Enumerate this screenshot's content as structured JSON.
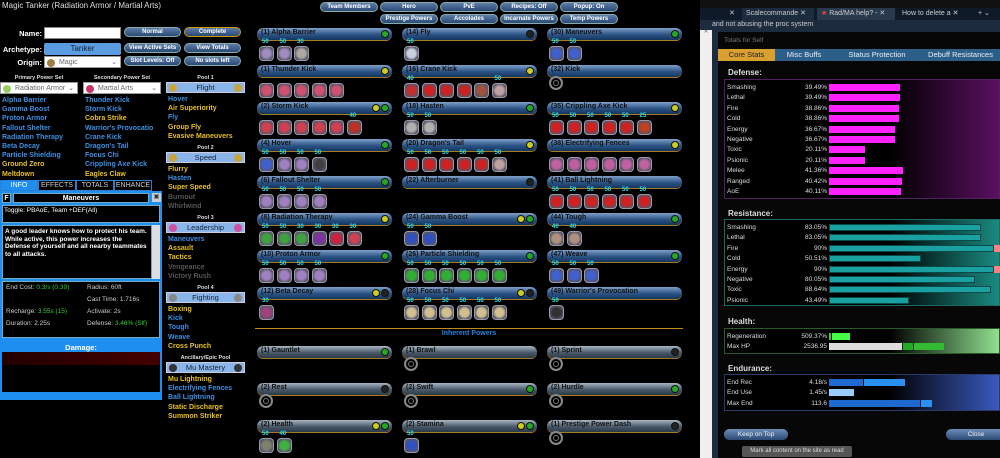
{
  "window_title": "Magic Tanker (Radiation Armor / Martial Arts)",
  "char": {
    "name_label": "Name:",
    "name_value": "",
    "archetype_label": "Archetype:",
    "archetype": "Tanker",
    "origin_label": "Origin:",
    "origin": "Magic"
  },
  "buttons": {
    "normal": "Normal",
    "complete": "Complete",
    "view_active_sets": "View Active Sets",
    "view_totals": "View Totals",
    "slot_levels": "Slot Levels: Off",
    "no_slots": "No slots left"
  },
  "top_buttons": [
    [
      "Team Members",
      "Hero",
      "PvE",
      "Recipes: Off",
      "Popup: On"
    ],
    [
      "Prestige Powers",
      "Accolades",
      "Incarnate Powers",
      "Temp Powers"
    ]
  ],
  "primary": {
    "header": "Primary Power Set",
    "set": "Radiation Armor",
    "powers": [
      [
        "Alpha Barrier",
        "b"
      ],
      [
        "Gamma Boost",
        "b"
      ],
      [
        "Proton Armor",
        "b"
      ],
      [
        "Fallout Shelter",
        "b"
      ],
      [
        "Radiation Therapy",
        "b"
      ],
      [
        "Beta Decay",
        "b"
      ],
      [
        "Particle Shielding",
        "b"
      ],
      [
        "Ground Zero",
        "y"
      ],
      [
        "Meltdown",
        "y"
      ]
    ]
  },
  "secondary": {
    "header": "Secondary Power Set",
    "set": "Martial Arts",
    "powers": [
      [
        "Thunder Kick",
        "b"
      ],
      [
        "Storm Kick",
        "b"
      ],
      [
        "Cobra Strike",
        "y"
      ],
      [
        "Warrior's Provocatio",
        "b"
      ],
      [
        "Crane Kick",
        "b"
      ],
      [
        "Dragon's Tail",
        "b"
      ],
      [
        "Focus Chi",
        "b"
      ],
      [
        "Crippling Axe Kick",
        "b"
      ],
      [
        "Eagles Claw",
        "y"
      ]
    ]
  },
  "pools": [
    {
      "header": "Pool 1",
      "name": "Flight",
      "color": "#c9a43a",
      "powers": [
        [
          "Hover",
          "b"
        ],
        [
          "Air Superiority",
          "y"
        ],
        [
          "Fly",
          "b"
        ],
        [
          "Group Fly",
          "y"
        ],
        [
          "Evasive Maneuvers",
          "y"
        ]
      ]
    },
    {
      "header": "Pool 2",
      "name": "Speed",
      "color": "#c9a43a",
      "powers": [
        [
          "Flurry",
          "y"
        ],
        [
          "Hasten",
          "b"
        ],
        [
          "Super Speed",
          "y"
        ],
        [
          "Burnout",
          "g"
        ],
        [
          "Whirlwind",
          "g"
        ]
      ]
    },
    {
      "header": "Pool 3",
      "name": "Leadership",
      "color": "#d050a0",
      "powers": [
        [
          "Maneuvers",
          "b"
        ],
        [
          "Assault",
          "y"
        ],
        [
          "Tactics",
          "y"
        ],
        [
          "Vengeance",
          "g"
        ],
        [
          "Victory Rush",
          "g"
        ]
      ]
    },
    {
      "header": "Pool 4",
      "name": "Fighting",
      "color": "#888888",
      "powers": [
        [
          "Boxing",
          "y"
        ],
        [
          "Kick",
          "b"
        ],
        [
          "Tough",
          "b"
        ],
        [
          "Weave",
          "b"
        ],
        [
          "Cross Punch",
          "y"
        ]
      ]
    },
    {
      "header": "Ancillary/Epic Pool",
      "name": "Mu Mastery",
      "color": "#333333",
      "powers": [
        [
          "Mu Lightning",
          "y"
        ],
        [
          "Electrifying Fences",
          "b"
        ],
        [
          "Ball Lightning",
          "b"
        ],
        [
          "Static Discharge",
          "y"
        ],
        [
          "Summon Striker",
          "y"
        ]
      ]
    }
  ],
  "info": {
    "tabs": [
      "INFO",
      "EFFECTS",
      "TOTALS",
      "ENHANCE"
    ],
    "f": "F",
    "power": "Maneuvers",
    "short": "Toggle: PBAoE, Team +DEF(All)",
    "desc": "A good leader knows how to protect his team. While active, this power increases the Defense of yourself and all nearby teammates to all attacks.",
    "stats": [
      [
        "End Cost:",
        "0.3/s (0.39)"
      ],
      [
        "Radius:",
        "60ft"
      ],
      [
        "",
        ""
      ],
      [
        "Cast Time:",
        "1.716s"
      ],
      [
        "Recharge:",
        "3.55s (15)"
      ],
      [
        "Activate:",
        "2s"
      ],
      [
        "Duration:",
        "2.25s"
      ],
      [
        "Defense:",
        "3.46% (Slf)"
      ]
    ],
    "damage_label": "Damage:"
  },
  "powers": [
    [
      "(1) Alpha Barrier",
      [
        [
          "50",
          "#a08ac0"
        ],
        [
          "50",
          "#a08ac0"
        ],
        [
          "30",
          "#b0a8a0"
        ]
      ],
      [
        "g"
      ]
    ],
    [
      "(14) Fly",
      [
        [
          "50",
          "#c8d0e0"
        ]
      ],
      [
        "k"
      ]
    ],
    [
      "(30) Maneuvers",
      [
        [
          "50",
          "#4060d0"
        ],
        [
          "50",
          "#4060d0"
        ]
      ],
      [
        "g"
      ]
    ],
    [
      "(1) Thunder Kick",
      [
        [
          "",
          "#d05070"
        ],
        [
          "",
          "#d05070"
        ],
        [
          "",
          "#d05070"
        ],
        [
          "",
          "#d05070"
        ],
        [
          "",
          "#d05070"
        ]
      ],
      [
        "y"
      ]
    ],
    [
      "(16) Crane Kick",
      [
        [
          "40",
          "#c03030"
        ],
        [
          "",
          "#d02020"
        ],
        [
          "",
          "#d02020"
        ],
        [
          "",
          "#d02020"
        ],
        [
          "",
          "#a05040"
        ],
        [
          "50",
          "#c0a0a0"
        ]
      ],
      [
        "y"
      ]
    ],
    [
      "(32) Kick",
      null,
      []
    ],
    [
      "(2) Storm Kick",
      [
        [
          "",
          "#d04050"
        ],
        [
          "",
          "#d04050"
        ],
        [
          "",
          "#d04050"
        ],
        [
          "",
          "#d04050"
        ],
        [
          "",
          "#d04050"
        ],
        [
          "40",
          "#c03020"
        ]
      ],
      [
        "y",
        "g"
      ]
    ],
    [
      "(18) Hasten",
      [
        [
          "50",
          "#b0b0b0"
        ],
        [
          "50",
          "#b0b0b0"
        ]
      ],
      [
        "g"
      ]
    ],
    [
      "(35) Crippling Axe Kick",
      [
        [
          "50",
          "#d02020"
        ],
        [
          "50",
          "#d02020"
        ],
        [
          "50",
          "#d02020"
        ],
        [
          "50",
          "#d02020"
        ],
        [
          "50",
          "#d02020"
        ],
        [
          "25",
          "#c04020"
        ]
      ],
      [
        "y"
      ]
    ],
    [
      "(4) Hover",
      [
        [
          "50",
          "#4060d0"
        ],
        [
          "50",
          "#a080c0"
        ],
        [
          "50",
          "#a080c0"
        ],
        [
          "50",
          "#404040"
        ]
      ],
      [
        "g"
      ]
    ],
    [
      "(20) Dragon's Tail",
      [
        [
          "50",
          "#d02020"
        ],
        [
          "50",
          "#d02020"
        ],
        [
          "50",
          "#d02020"
        ],
        [
          "50",
          "#d02020"
        ],
        [
          "50",
          "#d02020"
        ],
        [
          "50",
          "#c0a0a0"
        ]
      ],
      [
        "y"
      ]
    ],
    [
      "(38) Electrifying Fences",
      [
        [
          "",
          "#c060a0"
        ],
        [
          "",
          "#c060a0"
        ],
        [
          "",
          "#c060a0"
        ],
        [
          "",
          "#c060a0"
        ],
        [
          "",
          "#c060a0"
        ],
        [
          "",
          "#c060a0"
        ]
      ],
      [
        "y"
      ]
    ],
    [
      "(6) Fallout Shelter",
      [
        [
          "50",
          "#a080c0"
        ],
        [
          "50",
          "#a080c0"
        ],
        [
          "50",
          "#a080c0"
        ],
        [
          "50",
          "#a080c0"
        ]
      ],
      [
        "g"
      ]
    ],
    [
      "(22) Afterburner",
      [],
      [
        "k"
      ]
    ],
    [
      "(41) Ball Lightning",
      [
        [
          "50",
          "#d02020"
        ],
        [
          "50",
          "#d02020"
        ],
        [
          "50",
          "#d02020"
        ],
        [
          "50",
          "#d02020"
        ],
        [
          "50",
          "#d02020"
        ],
        [
          "50",
          "#d02020"
        ]
      ],
      []
    ],
    [
      "(8) Radiation Therapy",
      [
        [
          "50",
          "#40a040"
        ],
        [
          "50",
          "#40a040"
        ],
        [
          "30",
          "#40a040"
        ],
        [
          "30",
          "#8030a0"
        ],
        [
          "30",
          "#d02040"
        ],
        [
          "30",
          "#d04050"
        ]
      ],
      [
        "y"
      ]
    ],
    [
      "(24) Gamma Boost",
      [
        [
          "50",
          "#3050c0"
        ],
        [
          "50",
          "#3050c0"
        ]
      ],
      [
        "y",
        "g"
      ]
    ],
    [
      "(44) Tough",
      [
        [
          "40",
          "#b09080"
        ],
        [
          "40",
          "#b09080"
        ]
      ],
      [
        "g"
      ]
    ],
    [
      "(10) Proton Armor",
      [
        [
          "50",
          "#a080c0"
        ],
        [
          "50",
          "#a080c0"
        ],
        [
          "50",
          "#a080c0"
        ],
        [
          "50",
          "#a080c0"
        ]
      ],
      [
        "g"
      ]
    ],
    [
      "(26) Particle Shielding",
      [
        [
          "50",
          "#30b030"
        ],
        [
          "50",
          "#30b030"
        ],
        [
          "50",
          "#30b030"
        ],
        [
          "50",
          "#30b030"
        ],
        [
          "50",
          "#30b030"
        ],
        [
          "50",
          "#30b030"
        ]
      ],
      [
        "g"
      ]
    ],
    [
      "(47) Weave",
      [
        [
          "50",
          "#4060d0"
        ],
        [
          "50",
          "#4060d0"
        ],
        [
          "50",
          "#4060d0"
        ]
      ],
      [
        "g"
      ]
    ],
    [
      "(12) Beta Decay",
      [
        [
          "30",
          "#a04080"
        ]
      ],
      [
        "y",
        "k"
      ]
    ],
    [
      "(28) Focus Chi",
      [
        [
          "50",
          "#d0c090"
        ],
        [
          "50",
          "#d0c090"
        ],
        [
          "50",
          "#d0c090"
        ],
        [
          "50",
          "#d0c090"
        ],
        [
          "50",
          "#d0c090"
        ],
        [
          "50",
          "#d0c090"
        ]
      ],
      [
        "y",
        "k"
      ]
    ],
    [
      "(49) Warrior's Provocation",
      [
        [
          "50",
          "#303030"
        ]
      ],
      []
    ]
  ],
  "inherent_label": "Inherent Powers",
  "inherent": [
    [
      "(1) Gauntlet",
      [],
      [
        "g"
      ]
    ],
    [
      "(1) Brawl",
      null,
      []
    ],
    [
      "(1) Sprint",
      null,
      [
        "k"
      ]
    ],
    [
      "(2) Rest",
      null,
      [
        "k"
      ]
    ],
    [
      "(2) Swift",
      null,
      [
        "g"
      ]
    ],
    [
      "(2) Hurdle",
      null,
      [
        "g"
      ]
    ],
    [
      "(2) Health",
      [
        [
          "50",
          "#808070"
        ],
        [
          "40",
          "#40b040"
        ]
      ],
      [
        "y",
        "g"
      ]
    ],
    [
      "(2) Stamina",
      [
        [
          "50",
          "#3050c0"
        ]
      ],
      [
        "y",
        "g"
      ]
    ],
    [
      "(1) Prestige Power Dash",
      null,
      [
        "k"
      ]
    ]
  ],
  "browser": {
    "tabs": [
      "Scalecommande",
      "Rad/MA help? -",
      "How to delete a"
    ],
    "snippet": "and not abusing the proc system",
    "tooltip": "Mark all content on the site as read"
  },
  "totals": {
    "title": "Totals for Self",
    "tabs": [
      "Core Stats",
      "Misc Buffs",
      "Status Protection",
      "Debuff Resistances"
    ],
    "defense_label": "Defense:",
    "defense": [
      [
        "Smashing",
        "39.49%",
        39.49
      ],
      [
        "Lethal",
        "39.49%",
        39.49
      ],
      [
        "Fire",
        "38.86%",
        38.86
      ],
      [
        "Cold",
        "38.86%",
        38.86
      ],
      [
        "Energy",
        "36.67%",
        36.67
      ],
      [
        "Negative",
        "36.67%",
        36.67
      ],
      [
        "Toxic",
        "20.11%",
        20.11
      ],
      [
        "Psionic",
        "20.11%",
        20.11
      ],
      [
        "Melee",
        "41.36%",
        41.36
      ],
      [
        "Ranged",
        "40.42%",
        40.42
      ],
      [
        "AoE",
        "40.11%",
        40.11
      ]
    ],
    "resistance_label": "Resistance:",
    "resistance": [
      [
        "Smashing",
        "83.05%",
        83.05
      ],
      [
        "Lethal",
        "83.05%",
        83.05
      ],
      [
        "Fire",
        "90%",
        90
      ],
      [
        "Cold",
        "50.51%",
        50.51
      ],
      [
        "Energy",
        "90%",
        90
      ],
      [
        "Negative",
        "80.05%",
        80.05
      ],
      [
        "Toxic",
        "88.64%",
        88.64
      ],
      [
        "Psionic",
        "43.49%",
        43.49
      ]
    ],
    "health_label": "Health:",
    "health": [
      [
        "Regeneration",
        "509.37%"
      ],
      [
        "Max HP",
        "2536.95"
      ]
    ],
    "endurance_label": "Endurance:",
    "endurance": [
      [
        "End Rec",
        "4.18/s"
      ],
      [
        "End Use",
        "1.45/s"
      ],
      [
        "Max End",
        "113.6"
      ]
    ],
    "keep_on_top": "Keep on Top",
    "close": "Close"
  },
  "colors": {
    "defense": "#ff22ff",
    "resistance": "#1aa0a0",
    "cap": "#ff8080",
    "accent": "#1e8ef0"
  }
}
